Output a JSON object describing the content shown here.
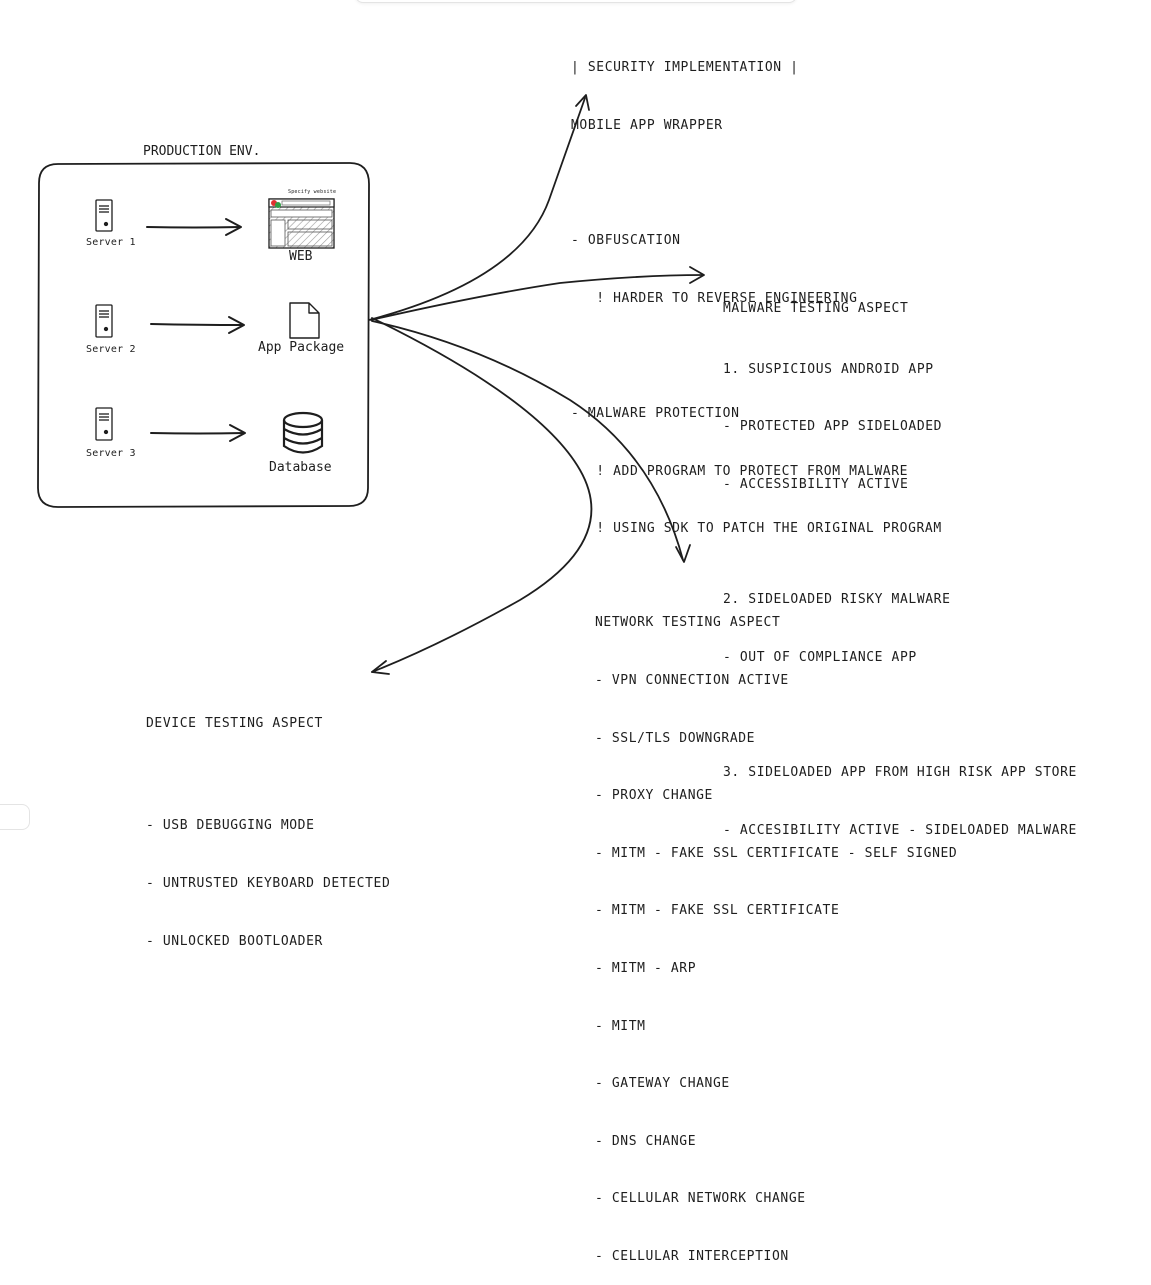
{
  "security": {
    "lines": [
      "| SECURITY IMPLEMENTATION |",
      "MOBILE APP WRAPPER",
      "",
      "- OBFUSCATION",
      "   ! HARDER TO REVERSE ENGINEERING",
      "",
      "- MALWARE PROTECTION",
      "   ! ADD PROGRAM TO PROTECT FROM MALWARE",
      "   ! USING SDK TO PATCH THE ORIGINAL PROGRAM"
    ]
  },
  "production": {
    "title": "PRODUCTION ENV.",
    "servers": [
      "Server 1",
      "Server 2",
      "Server 3"
    ],
    "targets": [
      "WEB",
      "App Package",
      "Database"
    ],
    "web_caption": "Specify website"
  },
  "malware": {
    "lines": [
      "MALWARE TESTING ASPECT",
      "1. SUSPICIOUS ANDROID APP",
      "- PROTECTED APP SIDELOADED",
      "- ACCESSIBILITY ACTIVE",
      "",
      "2. SIDELOADED RISKY MALWARE",
      "- OUT OF COMPLIANCE APP",
      "",
      "3. SIDELOADED APP FROM HIGH RISK APP STORE",
      "- ACCESIBILITY ACTIVE - SIDELOADED MALWARE"
    ]
  },
  "network": {
    "lines": [
      "NETWORK TESTING ASPECT",
      "- VPN CONNECTION ACTIVE",
      "- SSL/TLS DOWNGRADE",
      "- PROXY CHANGE",
      "- MITM - FAKE SSL CERTIFICATE - SELF SIGNED",
      "- MITM - FAKE SSL CERTIFICATE",
      "- MITM - ARP",
      "- MITM",
      "- GATEWAY CHANGE",
      "- DNS CHANGE",
      "- CELLULAR NETWORK CHANGE",
      "- CELLULAR INTERCEPTION"
    ]
  },
  "device": {
    "lines": [
      "DEVICE TESTING ASPECT",
      "",
      "- USB DEBUGGING MODE",
      "- UNTRUSTED KEYBOARD DETECTED",
      "- UNLOCKED BOOTLOADER"
    ]
  },
  "colors": {
    "stroke": "#1e1e1e",
    "hatch": "#bdbdbd",
    "browser_red": "#e03131",
    "browser_green": "#2f9e44",
    "background": "#ffffff"
  }
}
